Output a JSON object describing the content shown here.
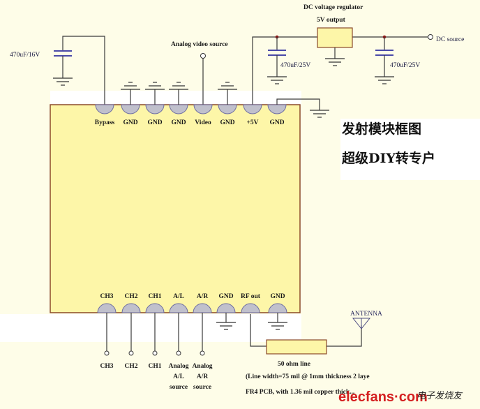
{
  "diagram": {
    "title_cn": "发射模块框图",
    "subtitle_cn": "超级DIY转专户",
    "colors": {
      "background": "#fefde8",
      "module_fill": "#fdf6a8",
      "module_border": "#8b4a2a",
      "pin_fill": "#c0c0cc",
      "capacitor": "#4a4aa8",
      "junction": "#8b1a1a",
      "watermark": "#d42020"
    },
    "top_pins": [
      {
        "label": "Bypass"
      },
      {
        "label": "GND"
      },
      {
        "label": "GND"
      },
      {
        "label": "GND"
      },
      {
        "label": "Video"
      },
      {
        "label": "GND"
      },
      {
        "label": "+5V"
      },
      {
        "label": "GND"
      }
    ],
    "bottom_pins": [
      {
        "label": "CH3"
      },
      {
        "label": "CH2"
      },
      {
        "label": "CH1"
      },
      {
        "label": "A/L"
      },
      {
        "label": "A/R"
      },
      {
        "label": "GND"
      },
      {
        "label": "RF out"
      },
      {
        "label": "GND"
      }
    ],
    "bypass_cap": "470uF/16V",
    "video_source": "Analog video source",
    "regulator": {
      "title": "DC voltage regulator",
      "subtitle": "5V output",
      "cap_in": "470uF/25V",
      "cap_out": "470uF/25V",
      "dc_source": "DC source"
    },
    "bottom_terminals": [
      {
        "lines": [
          "CH3"
        ]
      },
      {
        "lines": [
          "CH2"
        ]
      },
      {
        "lines": [
          "CH1"
        ]
      },
      {
        "lines": [
          "Analog",
          "A/L",
          "source"
        ]
      },
      {
        "lines": [
          "Analog",
          "A/R",
          "source"
        ]
      }
    ],
    "antenna": "ANTENNA",
    "line": {
      "title": "50 ohm line",
      "note1": "(Line width=75 mil @ 1mm thickness 2 laye",
      "note2": "FR4 PCB, with 1.36 mil copper thick..."
    },
    "watermark": {
      "brand": "elecfans·com",
      "cn": "电子发烧友"
    }
  }
}
